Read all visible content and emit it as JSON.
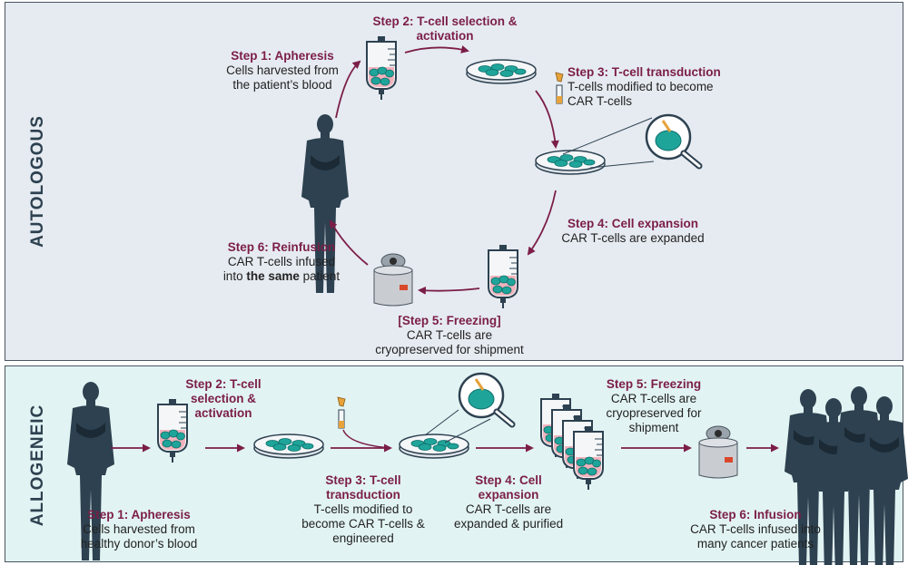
{
  "colors": {
    "arrow": "#7b1e47",
    "title": "#7b1e47",
    "silhouette": "#2d4150",
    "cell": "#1fa49a",
    "autologous_bg": "#e6ebf1",
    "allogeneic_bg": "#e2f3f3"
  },
  "autologous": {
    "label": "AUTOLOGOUS",
    "step1": {
      "title": "Step 1: Apheresis",
      "desc1": "Cells harvested from",
      "desc2": "the patient’s blood"
    },
    "step2": {
      "title1": "Step 2: T-cell selection &",
      "title2": "activation"
    },
    "step3": {
      "title": "Step 3: T-cell transduction",
      "desc1": "T-cells modified to become",
      "desc2": "CAR T-cells"
    },
    "step4": {
      "title": "Step 4: Cell expansion",
      "desc1": "CAR T-cells are expanded"
    },
    "step5": {
      "title": "[Step 5: Freezing]",
      "desc1": "CAR T-cells are",
      "desc2": "cryopreserved for shipment"
    },
    "step6": {
      "title": "Step 6: Reinfusion",
      "desc1": "CAR T-cells infused",
      "desc2_pre": "into ",
      "desc2_bold": "the same",
      "desc2_post": " patient"
    },
    "icons": [
      "person-silhouette-icon",
      "iv-bag-icon",
      "petri-dish-icon",
      "vector-tube-icon",
      "magnifier-icon",
      "freezer-tank-icon"
    ]
  },
  "allogeneic": {
    "label": "ALLOGENEIC",
    "step1": {
      "title": "Step 1: Apheresis",
      "desc1": "Cells harvested from",
      "desc2": "healthy donor’s blood"
    },
    "step2": {
      "title1": "Step 2: T-cell",
      "title2": "selection &",
      "title3": "activation"
    },
    "step3": {
      "title1": "Step 3: T-cell",
      "title2": "transduction",
      "desc1": "T-cells modified to",
      "desc2": "become CAR T-cells &",
      "desc3": "engineered"
    },
    "step4": {
      "title1": "Step 4: Cell",
      "title2": "expansion",
      "desc1": "CAR T-cells are",
      "desc2": "expanded & purified"
    },
    "step5": {
      "title": "Step 5: Freezing",
      "desc1": "CAR T-cells are",
      "desc2": "cryopreserved for",
      "desc3": "shipment"
    },
    "step6": {
      "title": "Step 6: Infusion",
      "desc1": "CAR T-cells infused into",
      "desc2": "many cancer patients"
    },
    "icons": [
      "person-silhouette-icon",
      "iv-bag-icon",
      "petri-dish-icon",
      "vector-tube-icon",
      "magnifier-icon",
      "iv-bag-stack-icon",
      "freezer-tank-icon",
      "patient-group-icon"
    ]
  }
}
